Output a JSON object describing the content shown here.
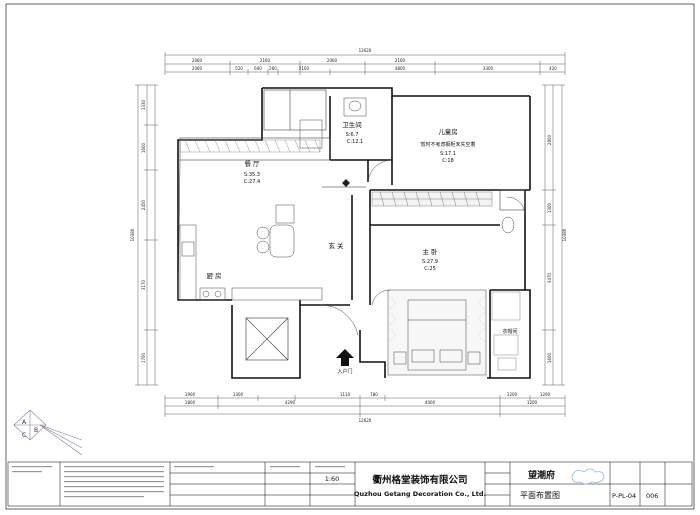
{
  "dimensions": {
    "top_total": "12620",
    "top_row1": [
      "2060",
      "2160",
      "2060",
      "2160"
    ],
    "top_row2": [
      "2060",
      "520",
      "600",
      "260",
      "2160",
      "4800",
      "3300",
      "420"
    ],
    "bottom_total": "12620",
    "bottom_row1": [
      "1900",
      "1300",
      "1110",
      "780",
      "1200",
      "1200"
    ],
    "bottom_row2": [
      "1800",
      "4290",
      "4000",
      "1200"
    ],
    "left_total": "10380",
    "left_items": [
      "1330",
      "1600",
      "2450",
      "3170",
      "1700"
    ],
    "right_total": "10380",
    "right_items": [
      "2800",
      "1300",
      "3470",
      "1600"
    ]
  },
  "rooms": {
    "bathroom": {
      "name": "卫生间",
      "area": "S:6.7",
      "perimeter": "C:12.1"
    },
    "kids_room": {
      "name": "儿童房",
      "note": "暂时不考虑橱柜未先空着",
      "area": "S:17.1",
      "perimeter": "C:18"
    },
    "dining": {
      "name": "餐 厅",
      "area": "S:35.3",
      "perimeter": "C:27.4"
    },
    "entry": {
      "name": "玄 关"
    },
    "master": {
      "name": "主 卧",
      "area": "S:27.9",
      "perimeter": "C:25"
    },
    "kitchen": {
      "name": "厨 房"
    },
    "cloakroom": {
      "name": "衣帽间"
    },
    "entrance_door": {
      "name": "入户门"
    }
  },
  "title_block": {
    "company_cn": "衢州格堂装饰有限公司",
    "company_en": "Quzhou Getang Decoration Co., Ltd.",
    "project": "望潮府",
    "sheet_title": "平面布置图",
    "sheet_code": "P-PL-04",
    "sheet_no": "006",
    "scale": "1:60"
  },
  "colors": {
    "wall": "#111111",
    "dim_line": "#333333",
    "furniture": "#555555",
    "logo": "#8a7d9a",
    "cloud": "#8fb8de"
  }
}
